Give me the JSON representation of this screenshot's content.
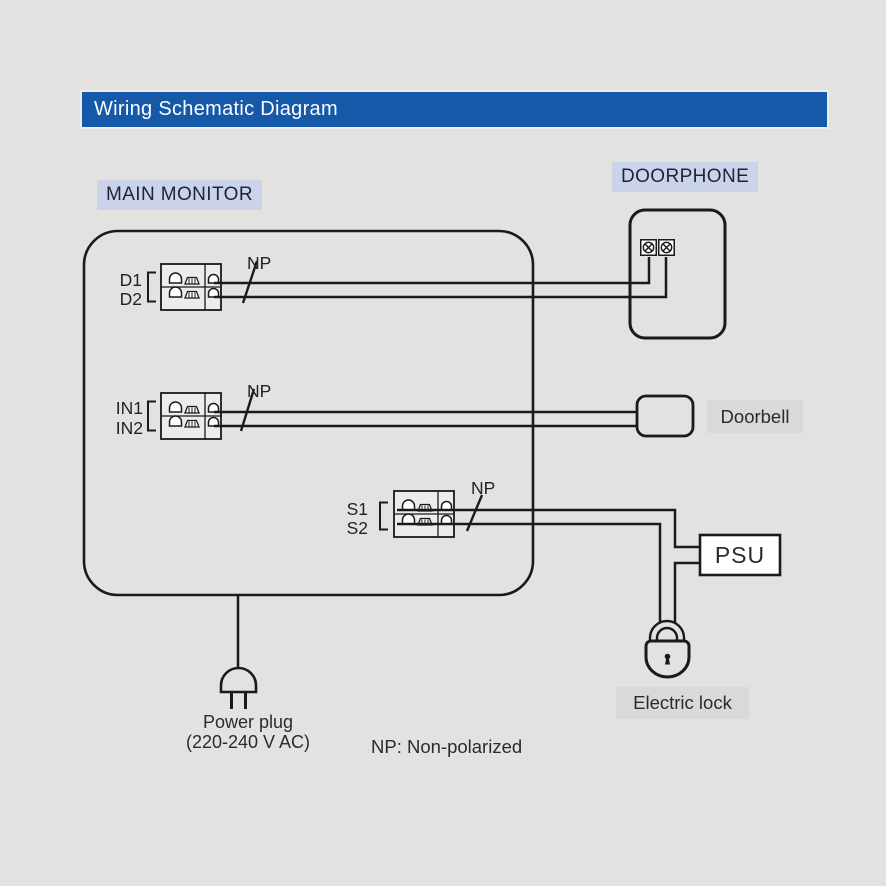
{
  "colors": {
    "background": "#e3e2e0",
    "title_bar": "#1659a9",
    "title_text": "#ffffff",
    "highlight_blue": "#cbd3ea",
    "highlight_gray": "#d9d9d7",
    "line": "#1a1a1a",
    "box_fill": "#ffffff"
  },
  "title": "Wiring Schematic Diagram",
  "sections": {
    "main_monitor": "MAIN MONITOR",
    "doorphone": "DOORPHONE"
  },
  "devices": {
    "doorbell": "Doorbell",
    "psu": "PSU",
    "electric_lock": "Electric lock"
  },
  "terminals": {
    "d1": "D1",
    "d2": "D2",
    "in1": "IN1",
    "in2": "IN2",
    "s1": "S1",
    "s2": "S2"
  },
  "annotations": {
    "np": "NP",
    "np_note": "NP: Non-polarized",
    "power_plug_line1": "Power plug",
    "power_plug_line2": "(220-240 V AC)"
  }
}
